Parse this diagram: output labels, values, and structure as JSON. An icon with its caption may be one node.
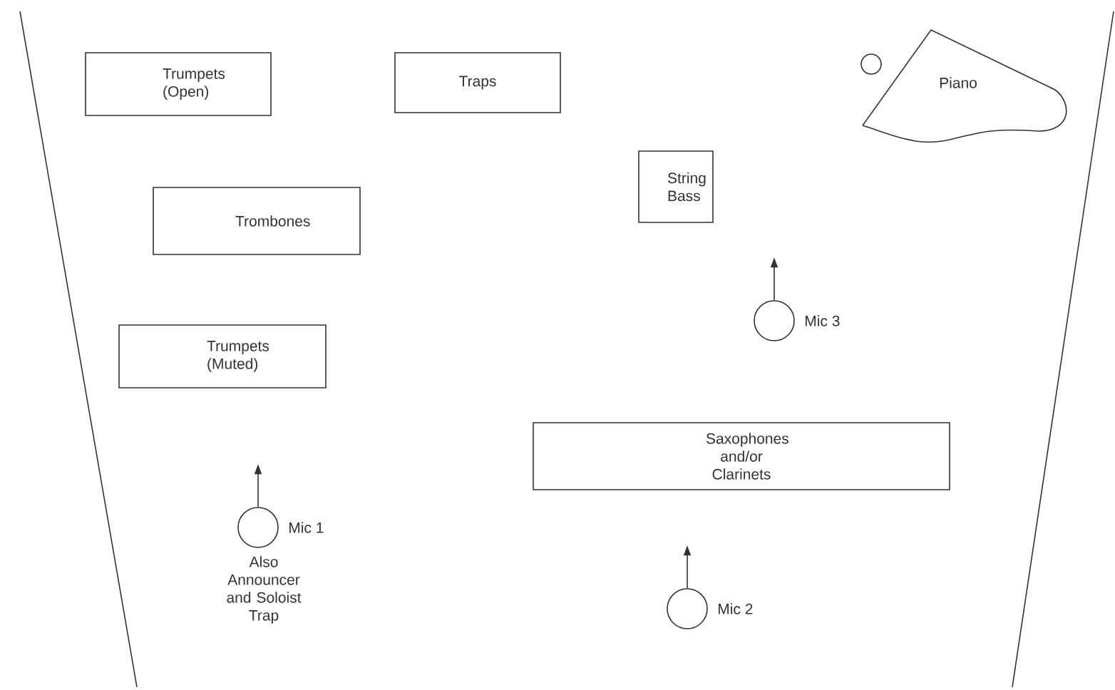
{
  "diagram": {
    "nodes": [
      {
        "text": [
          "Trumpets (Open)"
        ]
      },
      {
        "text": [
          "Traps"
        ]
      },
      {
        "text": [],
        "shape": "circle"
      },
      {
        "text": [
          "Piano"
        ]
      },
      {
        "text": [
          "String Bass"
        ]
      },
      {
        "text": [
          "Trombones"
        ]
      },
      {
        "text": [],
        "shape": "circle",
        "beside": [
          "Mic 3"
        ]
      },
      {
        "text": [
          "Trumpets (Muted)"
        ]
      },
      {
        "text": [
          "Saxophones and/or Clarinets"
        ]
      },
      {
        "text": [],
        "shape": "circle",
        "beside": [
          "Mic 1",
          "Also Announcer and Soloist Trap"
        ]
      },
      {
        "text": [],
        "shape": "circle",
        "beside": [
          "Mic 2"
        ]
      }
    ]
  }
}
